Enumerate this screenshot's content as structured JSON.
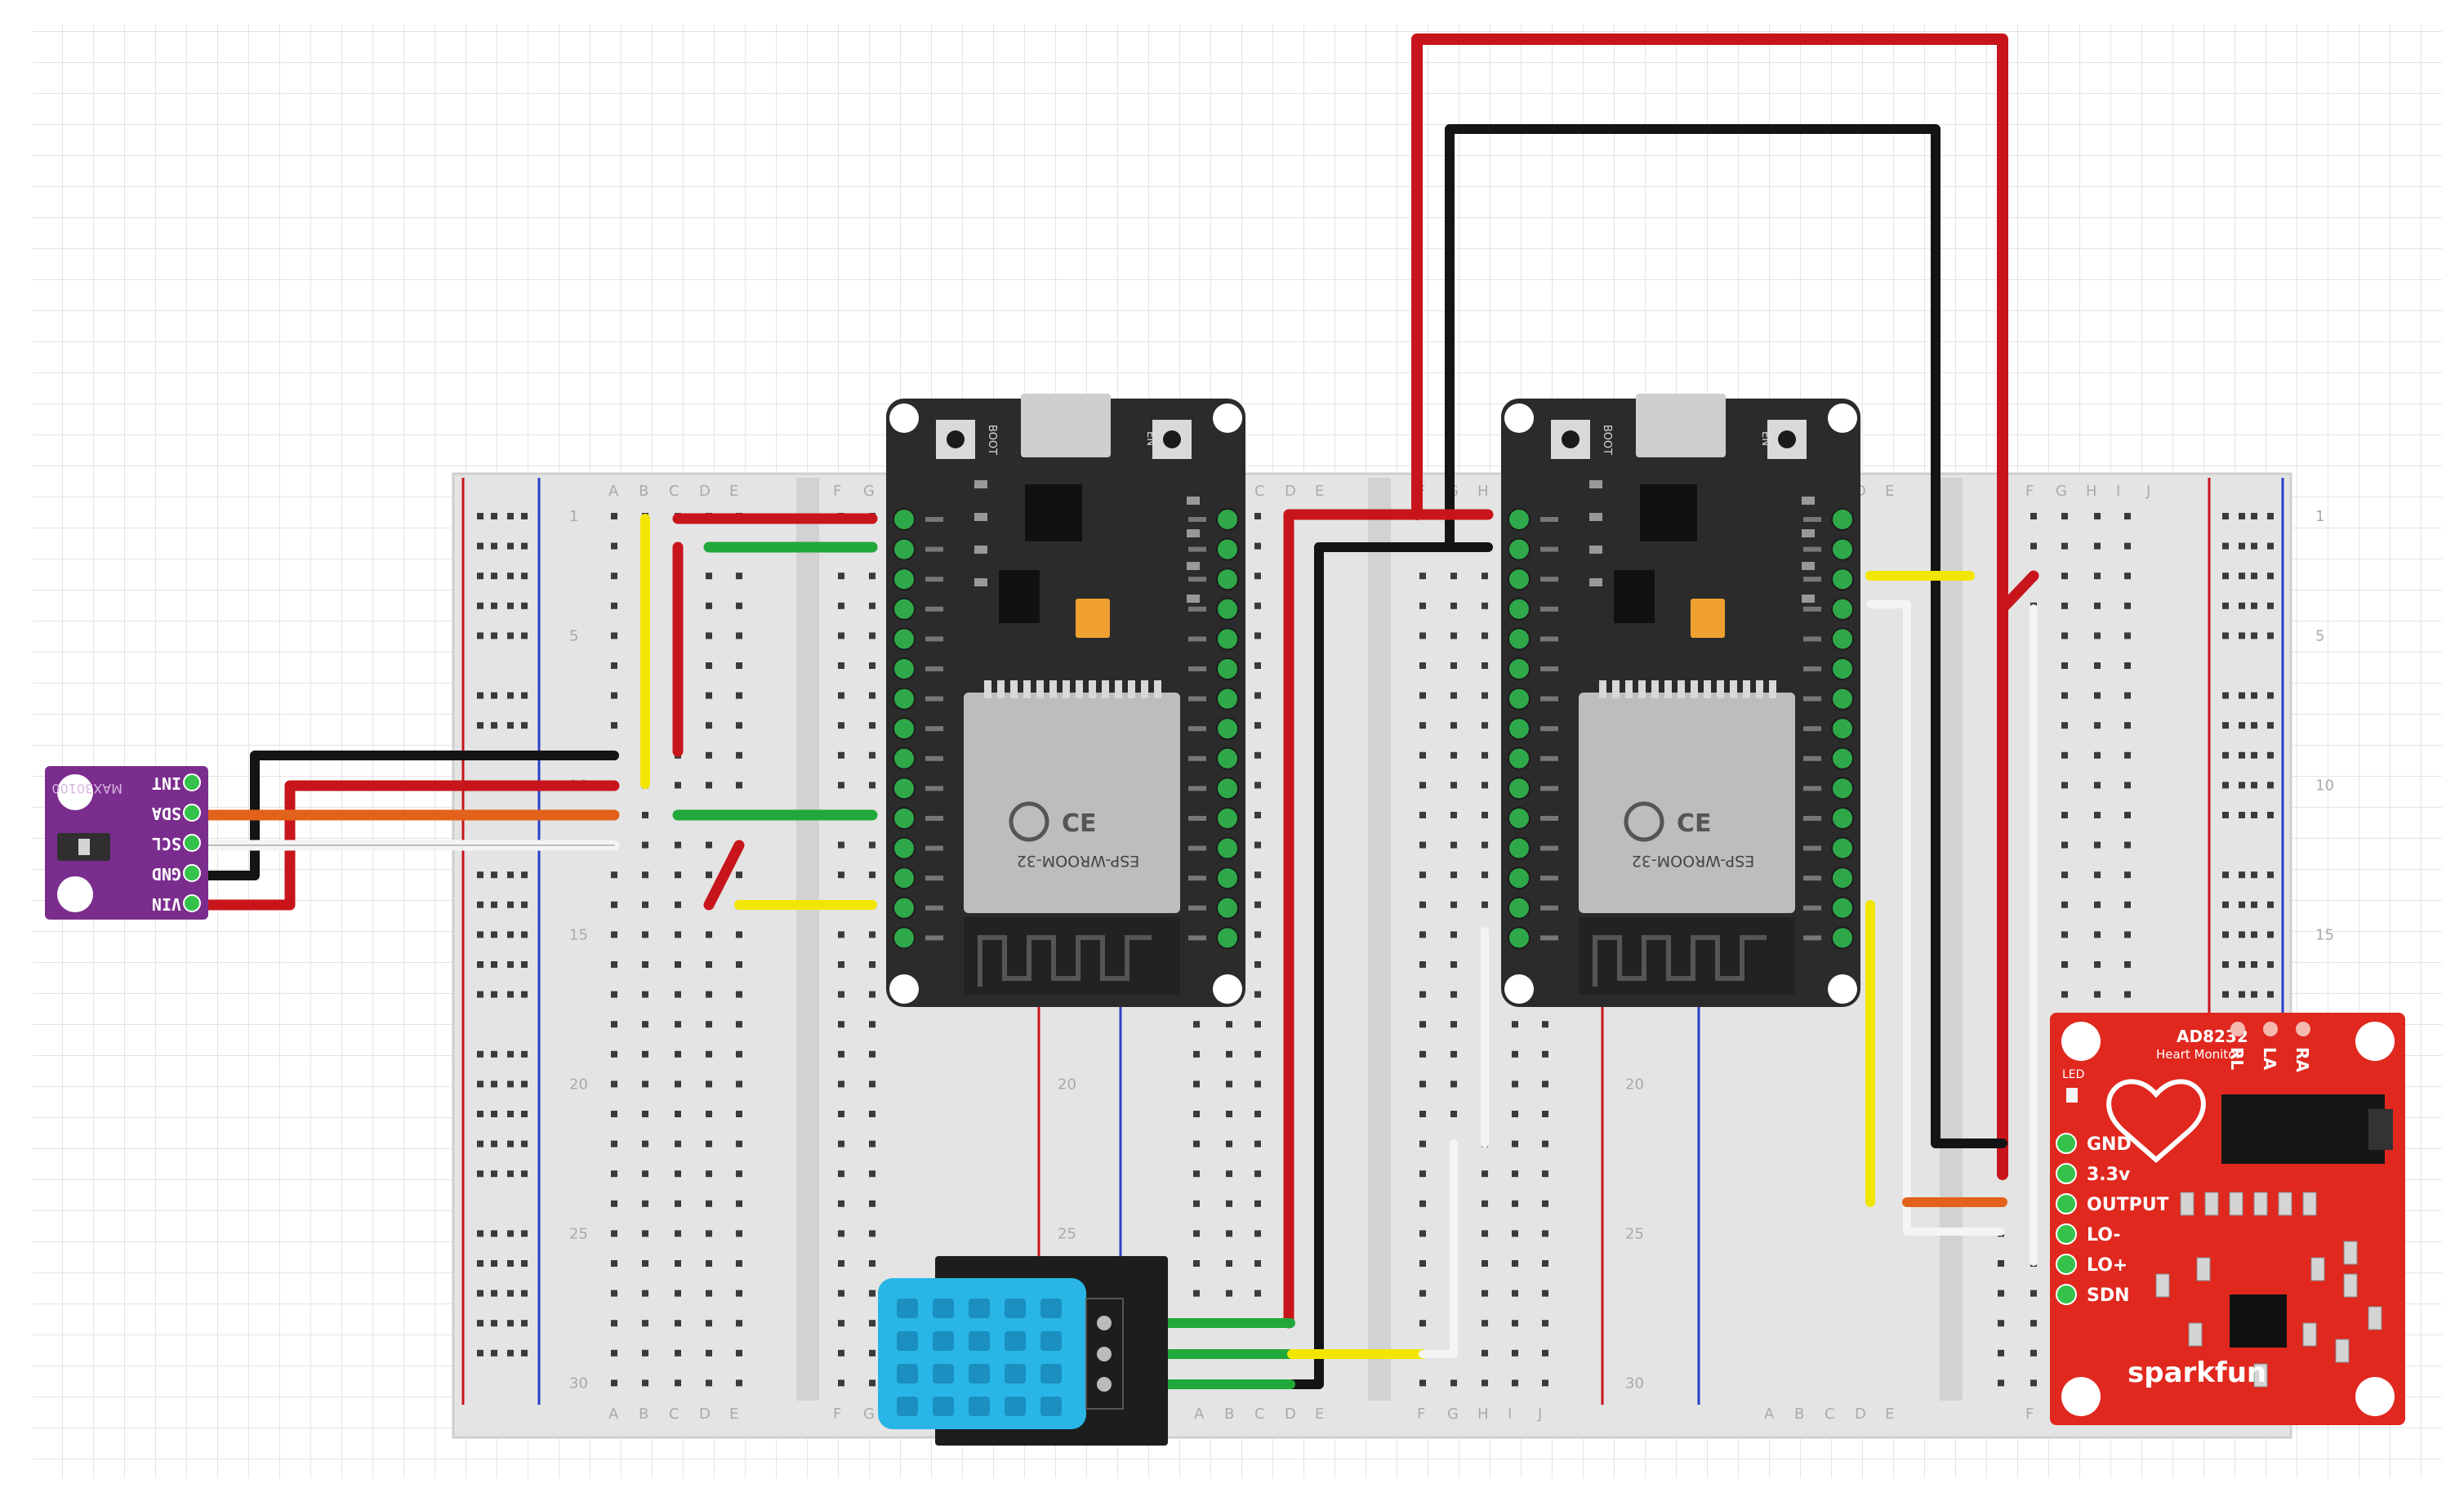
{
  "breadboard": {
    "row_numbers": [
      "1",
      "5",
      "10",
      "15",
      "20",
      "25",
      "30"
    ],
    "column_letters_left": [
      "A",
      "B",
      "C",
      "D",
      "E"
    ],
    "column_letters_right": [
      "F",
      "G",
      "H",
      "I",
      "J"
    ]
  },
  "max30100": {
    "pins": [
      "INT",
      "SDA",
      "SCL",
      "GND",
      "VIN"
    ],
    "label": "MAX30100",
    "color": "#7b2d8e"
  },
  "esp32": {
    "label": "ESP-WROOM-32",
    "boot_label": "BOOT",
    "en_label": "EN",
    "color": "#2b2b2b"
  },
  "ad8232": {
    "title": "AD8232",
    "subtitle": "Heart Monitor",
    "electrodes": [
      "RL",
      "LA",
      "RA"
    ],
    "led_label": "LED",
    "pins": [
      "GND",
      "3.3v",
      "OUTPUT",
      "LO-",
      "LO+",
      "SDN"
    ],
    "brand": "sparkfun",
    "color": "#e0281f"
  },
  "dht11": {
    "color": "#29b6e6"
  },
  "wire_colors": {
    "red": "#c8151b",
    "black": "#141414",
    "green": "#21a83a",
    "yellow": "#f2e600",
    "orange": "#e2621b",
    "white": "#f4f4f4"
  }
}
